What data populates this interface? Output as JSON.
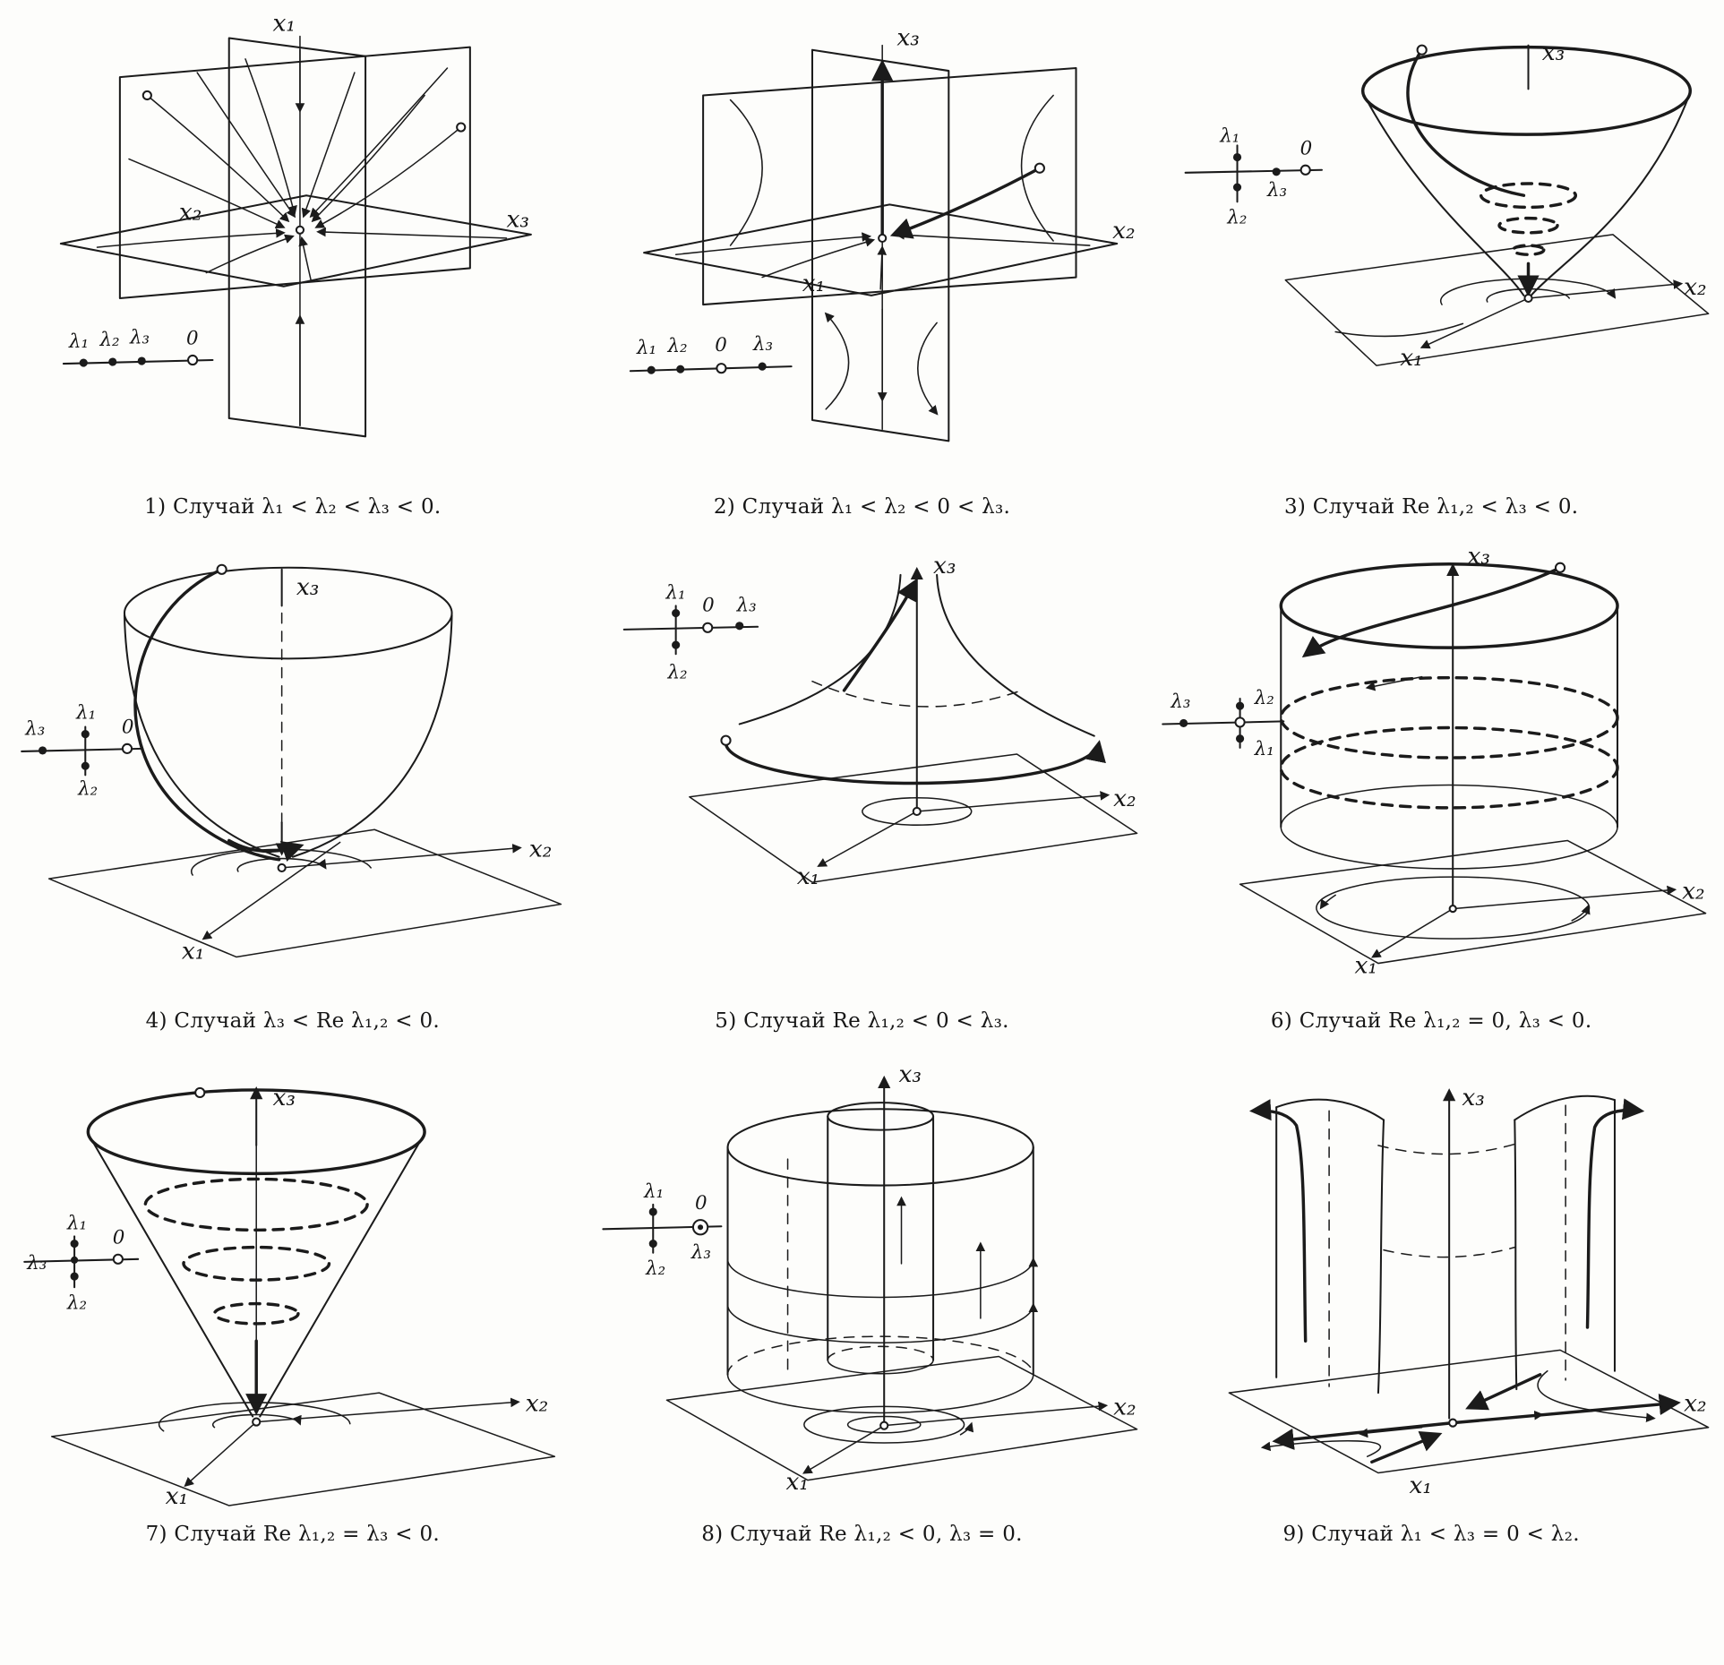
{
  "figure": {
    "panels": [
      {
        "caption": "1) Случай  λ₁ < λ₂ < λ₃ < 0.",
        "x1": "x₁",
        "x2": "x₂",
        "x3": "x₃",
        "inset": {
          "l1": "λ₁",
          "l2": "λ₂",
          "l3": "λ₃",
          "zero": "0"
        }
      },
      {
        "caption": "2) Случай  λ₁ < λ₂ < 0 < λ₃.",
        "x1": "x₁",
        "x2": "x₂",
        "x3": "x₃",
        "inset": {
          "l1": "λ₁",
          "l2": "λ₂",
          "l3": "λ₃",
          "zero": "0"
        }
      },
      {
        "caption": "3) Случай  Re λ₁,₂ < λ₃ < 0.",
        "x1": "x₁",
        "x2": "x₂",
        "x3": "x₃",
        "inset": {
          "l1": "λ₁",
          "l2": "λ₂",
          "l3": "λ₃",
          "zero": "0"
        }
      },
      {
        "caption": "4) Случай  λ₃ < Re λ₁,₂ < 0.",
        "x1": "x₁",
        "x2": "x₂",
        "x3": "x₃",
        "inset": {
          "l1": "λ₁",
          "l2": "λ₂",
          "l3": "λ₃",
          "zero": "0"
        }
      },
      {
        "caption": "5) Случай  Re λ₁,₂ < 0 < λ₃.",
        "x1": "x₁",
        "x2": "x₂",
        "x3": "x₃",
        "inset": {
          "l1": "λ₁",
          "l2": "λ₂",
          "l3": "λ₃",
          "zero": "0"
        }
      },
      {
        "caption": "6) Случай  Re λ₁,₂ = 0,  λ₃ < 0.",
        "x1": "x₁",
        "x2": "x₂",
        "x3": "x₃",
        "inset": {
          "l1": "λ₁",
          "l2": "λ₂",
          "l3": "λ₃",
          "zero": "0"
        }
      },
      {
        "caption": "7) Случай  Re λ₁,₂ = λ₃ < 0.",
        "x1": "x₁",
        "x2": "x₂",
        "x3": "x₃",
        "inset": {
          "l1": "λ₁",
          "l2": "λ₂",
          "l3": "λ₃",
          "zero": "0"
        }
      },
      {
        "caption": "8) Случай  Re λ₁,₂ < 0,  λ₃ = 0.",
        "x1": "x₁",
        "x2": "x₂",
        "x3": "x₃",
        "inset": {
          "l1": "λ₁",
          "l2": "λ₂",
          "l3": "λ₃",
          "zero": "0"
        }
      },
      {
        "caption": "9) Случай  λ₁ < λ₃ = 0 < λ₂.",
        "x1": "x₁",
        "x2": "x₂",
        "x3": "x₃"
      }
    ]
  }
}
